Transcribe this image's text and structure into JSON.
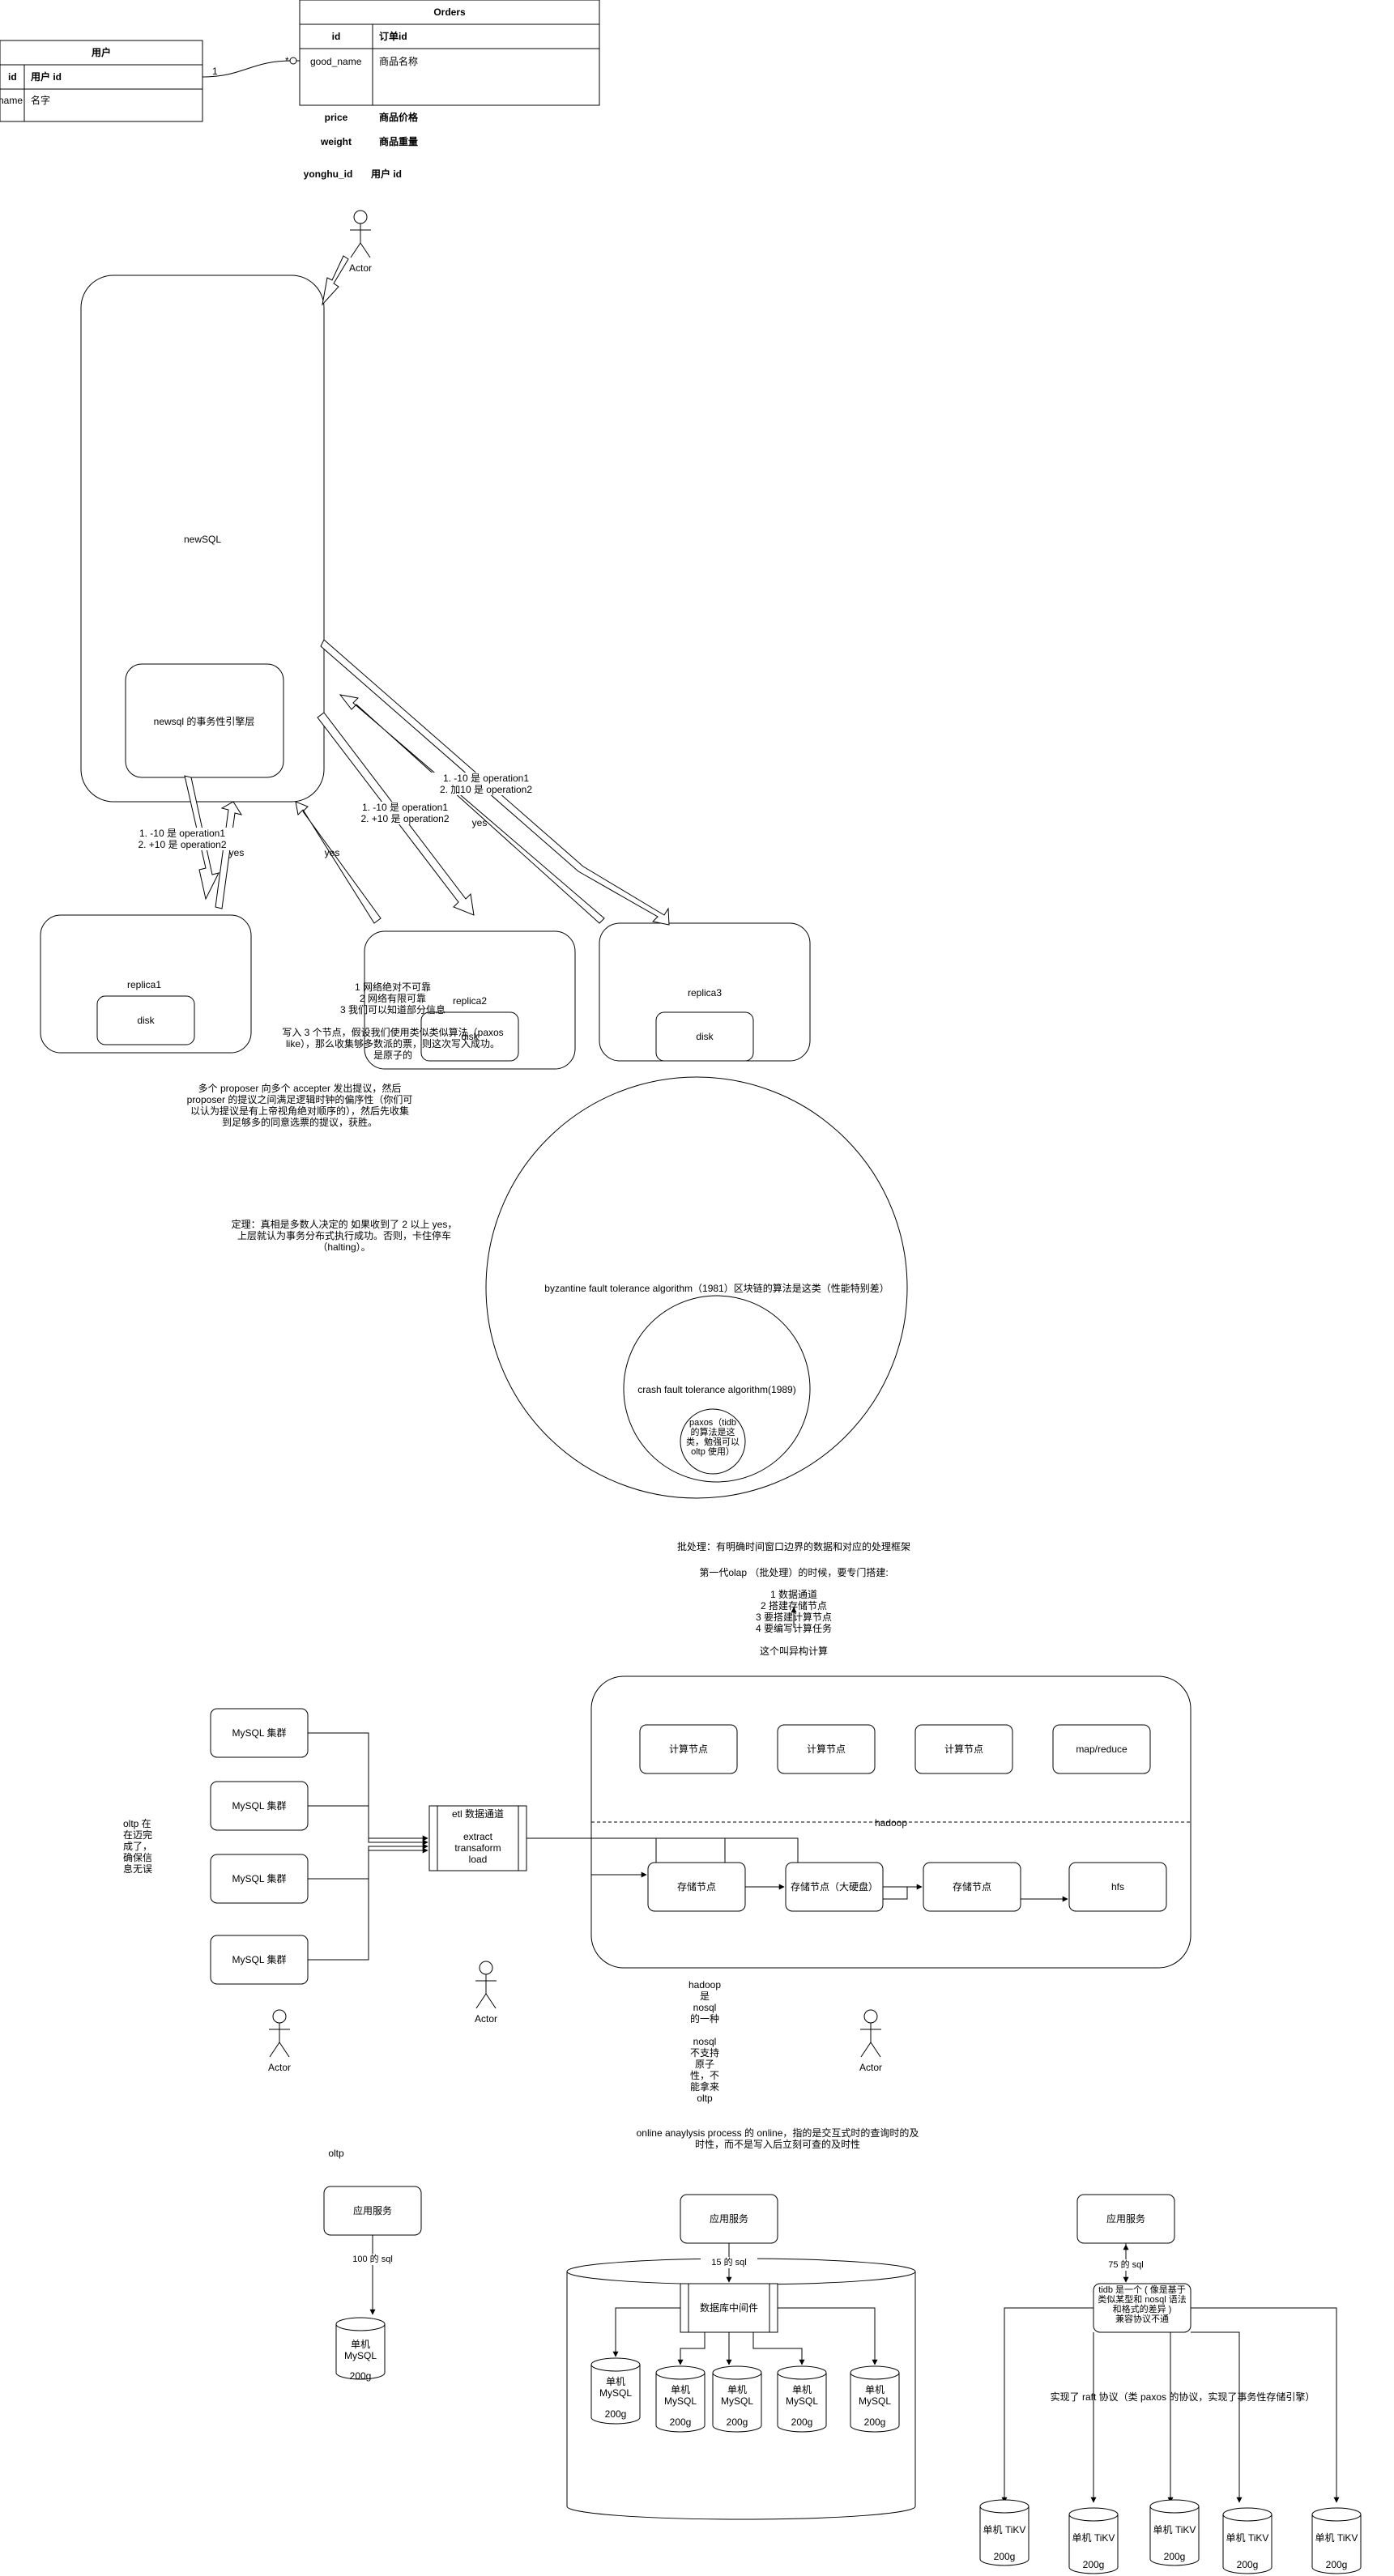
{
  "erd": {
    "users_table": {
      "title": "用户",
      "rows": [
        {
          "key": "id",
          "value": "用户 id"
        },
        {
          "key": "name",
          "value": "名字"
        }
      ]
    },
    "orders_table": {
      "title": "Orders",
      "header": {
        "key": "id",
        "value": "订单id"
      },
      "row": {
        "key": "good_name",
        "value": "商品名称"
      }
    },
    "extra_rows": [
      {
        "key": "price",
        "value": "商品价格"
      },
      {
        "key": "weight",
        "value": "商品重量"
      },
      {
        "key": "yonghu_id",
        "value": "用户 id"
      }
    ],
    "rel_one": "1",
    "rel_many": "*"
  },
  "actors": {
    "label": "Actor"
  },
  "newsql": {
    "title": "newSQL",
    "engine": "newsql 的事务性引擎层",
    "replica1": "replica1",
    "replica2": "replica2",
    "replica3": "replica3",
    "disk": "disk",
    "ops_a": "1. -10 是 operation1\n2. +10 是 operation2",
    "ops_b": "1. -10 是 operation1\n2. +10 是 operation2",
    "ops_c": "1. -10 是 operation1\n2. 加10 是 operation2",
    "yes": "yes"
  },
  "notes": {
    "network": "1 网络绝对不可靠\n2 网络有限可靠\n3 我们可以知道部分信息\n\n写入 3 个节点，假设我们使用类似类似算法（paxos like），那么收集够多数派的票，则这次写入成功。\n是原子的",
    "proposer": "多个 proposer 向多个 accepter 发出提议，然后 proposer 的提议之间满足逻辑时钟的偏序性（你们可以认为提议是有上帝视角绝对顺序的），然后先收集到足够多的同意选票的提议，获胜。",
    "theorem": "定理：真相是多数人决定的 如果收到了 2 以上 yes，上层就认为事务分布式执行成功。否则，卡住停车（halting）。"
  },
  "circles": {
    "byzantine": "byzantine fault tolerance algorithm（1981）区块链的算法是这类（性能特别差）",
    "crash": "crash fault tolerance algorithm(1989)",
    "paxos": "paxos（tidb 的算法是这类，勉强可以 oltp 使用）"
  },
  "batch": {
    "line1": "批处理：有明确时间窗口边界的数据和对应的处理框架",
    "line2": "第一代olap （批处理）的时候，要专门搭建:",
    "steps": "1 数据通道\n2 搭建存储节点\n3 要搭建计算节点\n4 要编写计算任务",
    "arch": "这个叫异构计算"
  },
  "pipeline": {
    "mysql": "MySQL 集群",
    "etl": "etl 数据通道\n\nextract\ntransaform\nload",
    "hadoop": "hadoop",
    "compute": "计算节点",
    "mapreduce": "map/reduce",
    "storage": "存储节点",
    "storage_big": "存储节点（大硬盘）",
    "hfs": "hfs",
    "oltp_note": "oltp 在\n在迈完\n成了，\n确保信\n息无误",
    "hadoop_note": "hadoop\n是\nnosql\n的一种\n\nnosql\n不支持\n原子\n性，不\n能拿来\noltp",
    "olap_note": "online anaylysis process 的 online，指的是交互式时的查询时的及时性，而不是写入后立刻可查的及时性"
  },
  "bottom": {
    "oltp": "oltp",
    "app": "应用服务",
    "sql100": "100 的 sql",
    "sql15": "15 的 sql",
    "sql75": "75 的 sql",
    "single_mysql": "单机\nMySQL",
    "size": "200g",
    "middleware": "数据库中间件",
    "tidb_node": "tidb 是一个 ( 像是基于类似某型和 nosql 语法和格式的差异 )\n兼容协议不通",
    "raft": "实现了 raft 协议（类 paxos 的协议，实现了事务性存储引擎）",
    "tikv": "单机 TiKV"
  }
}
